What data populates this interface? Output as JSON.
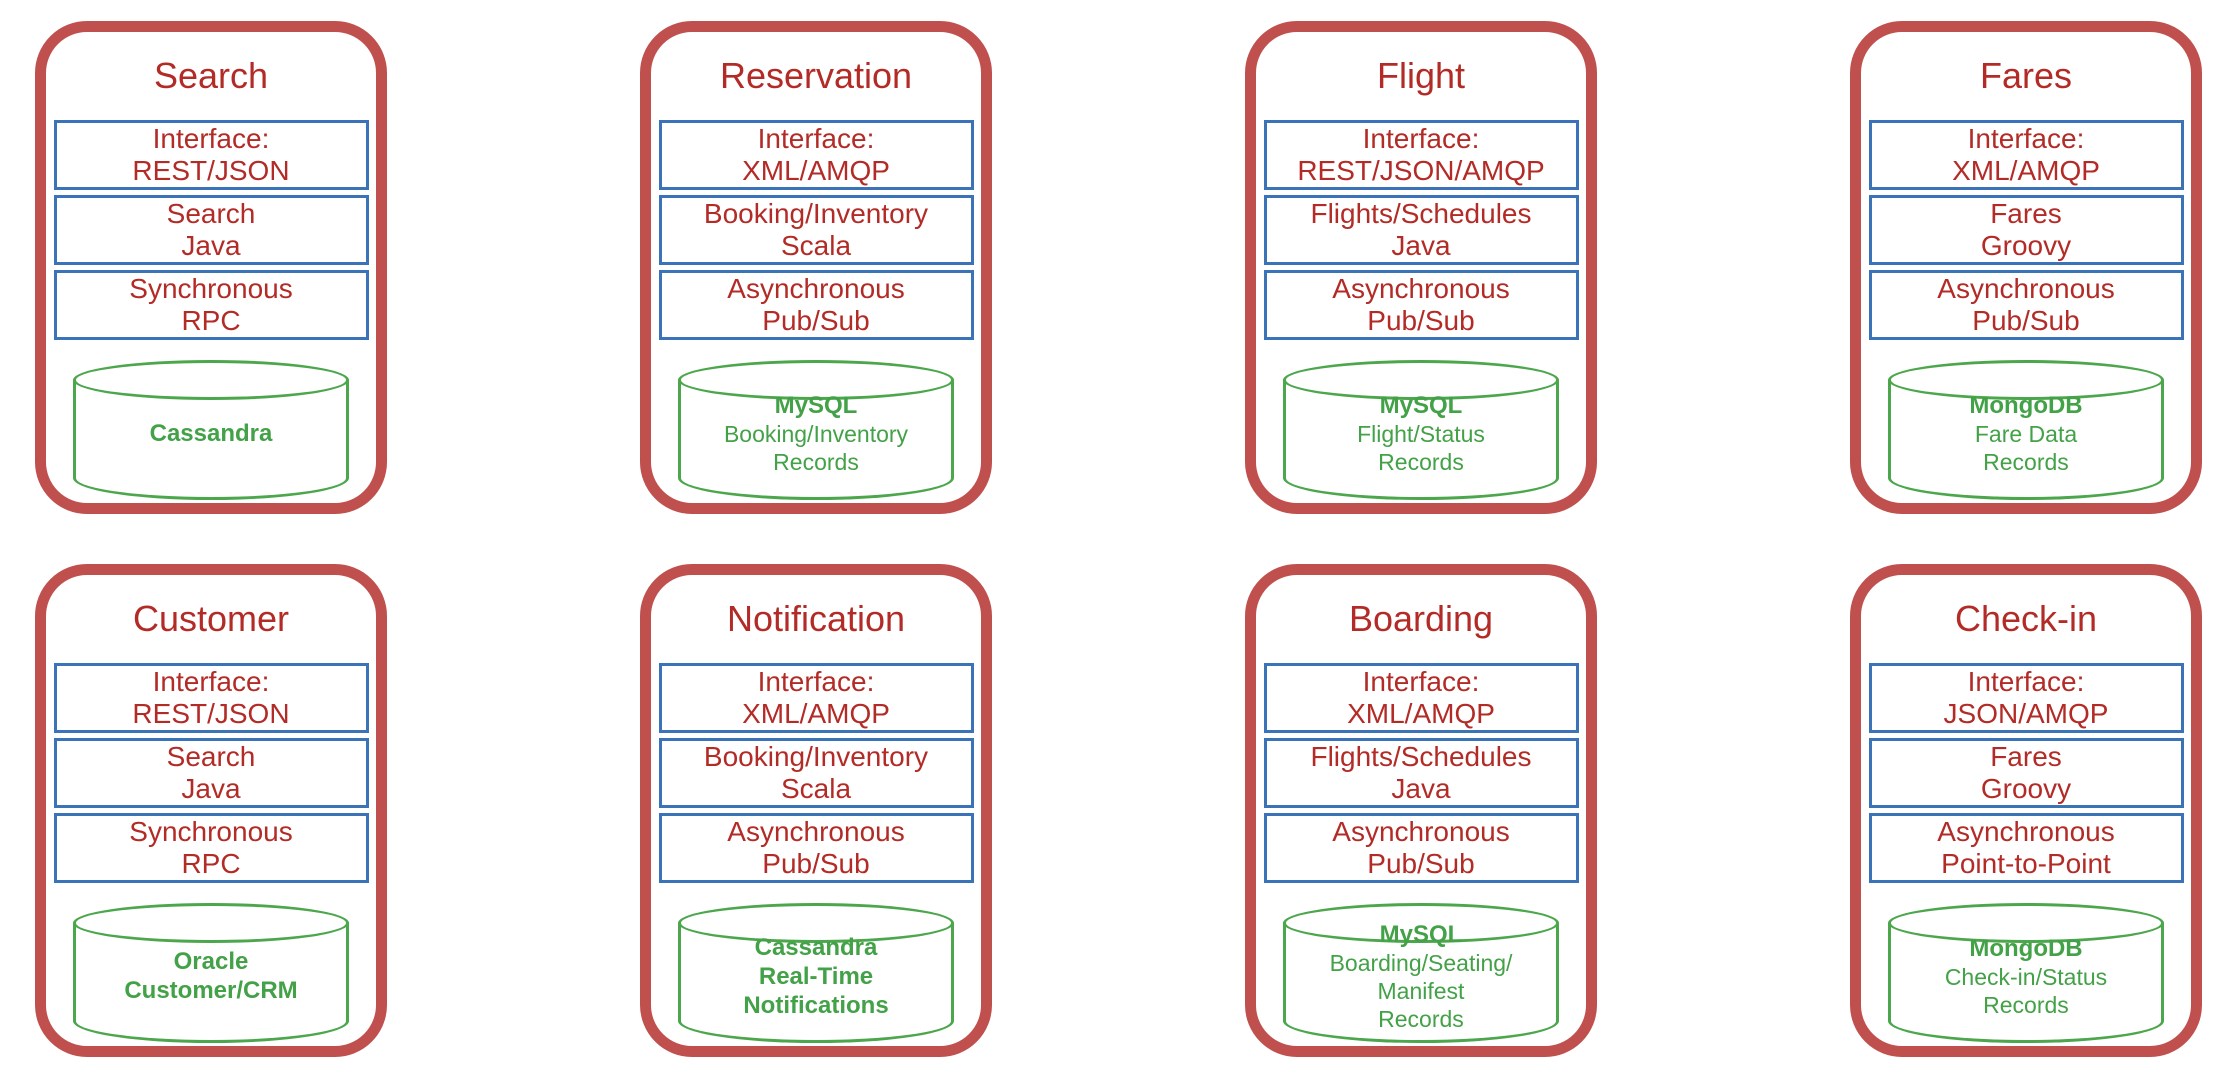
{
  "colors": {
    "module_border": "#C0504D",
    "box_border": "#3A73B8",
    "text_red": "#B32B26",
    "db_green": "#43A147",
    "db_green_line": "#4CA64C"
  },
  "modules": [
    {
      "title": "Search",
      "boxes": [
        "Interface:\nREST/JSON",
        "Search\nJava",
        "Synchronous\nRPC"
      ],
      "db": {
        "name": "Cassandra",
        "desc": ""
      }
    },
    {
      "title": "Reservation",
      "boxes": [
        "Interface:\nXML/AMQP",
        "Booking/Inventory\nScala",
        "Asynchronous\nPub/Sub"
      ],
      "db": {
        "name": "MySQL",
        "desc": "Booking/Inventory\nRecords"
      }
    },
    {
      "title": "Flight",
      "boxes": [
        "Interface:\nREST/JSON/AMQP",
        "Flights/Schedules\nJava",
        "Asynchronous\nPub/Sub"
      ],
      "db": {
        "name": "MySQL",
        "desc": "Flight/Status\nRecords"
      }
    },
    {
      "title": "Fares",
      "boxes": [
        "Interface:\nXML/AMQP",
        "Fares\nGroovy",
        "Asynchronous\nPub/Sub"
      ],
      "db": {
        "name": "MongoDB",
        "desc": "Fare Data\nRecords"
      }
    },
    {
      "title": "Customer",
      "boxes": [
        "Interface:\nREST/JSON",
        "Search\nJava",
        "Synchronous\nRPC"
      ],
      "db": {
        "name": "Oracle\nCustomer/CRM",
        "desc": ""
      }
    },
    {
      "title": "Notification",
      "boxes": [
        "Interface:\nXML/AMQP",
        "Booking/Inventory\nScala",
        "Asynchronous\nPub/Sub"
      ],
      "db": {
        "name": "Cassandra\nReal-Time\nNotifications",
        "desc": ""
      }
    },
    {
      "title": "Boarding",
      "boxes": [
        "Interface:\nXML/AMQP",
        "Flights/Schedules\nJava",
        "Asynchronous\nPub/Sub"
      ],
      "db": {
        "name": "MySQL",
        "desc": "Boarding/Seating/\nManifest\nRecords"
      }
    },
    {
      "title": "Check-in",
      "boxes": [
        "Interface:\nJSON/AMQP",
        "Fares\nGroovy",
        "Asynchronous\nPoint-to-Point"
      ],
      "db": {
        "name": "MongoDB",
        "desc": "Check-in/Status\nRecords"
      }
    }
  ]
}
